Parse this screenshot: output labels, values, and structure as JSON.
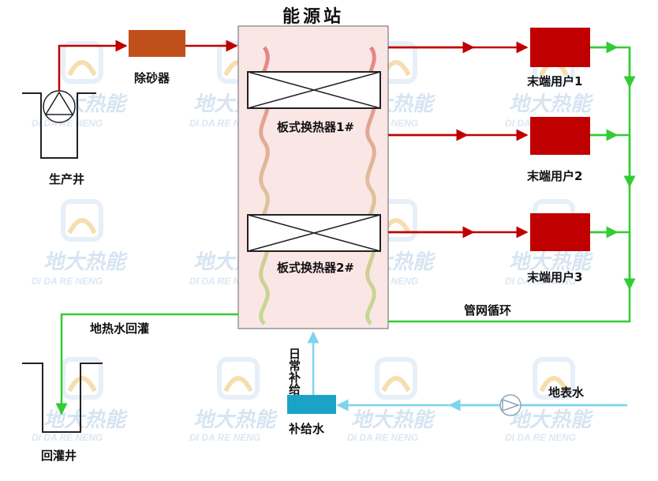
{
  "station": {
    "title": "能源站",
    "hx1_label": "板式换热器1#",
    "hx2_label": "板式换热器2#"
  },
  "left": {
    "production_well": "生产井",
    "desander": "除砂器",
    "reinjection_label": "地热水回灌",
    "reinjection_well": "回灌井"
  },
  "users": [
    "末端用户1",
    "末端用户2",
    "末端用户3"
  ],
  "network_label": "管网循环",
  "makeup": {
    "daily_makeup": "日常补给",
    "makeup_water": "补给水",
    "surface_water": "地表水"
  },
  "watermark": {
    "brand": "地大热能",
    "brand_pinyin": "DI DA RE NENG"
  },
  "colors": {
    "hot_pipe": "#c00000",
    "return_pipe": "#33cc33",
    "makeup_pipe": "#7fd3ec",
    "desander": "#c0501a",
    "user_box": "#c00000",
    "makeup_tank": "#1aa3c8",
    "station_fill": "#fbe6e6"
  }
}
